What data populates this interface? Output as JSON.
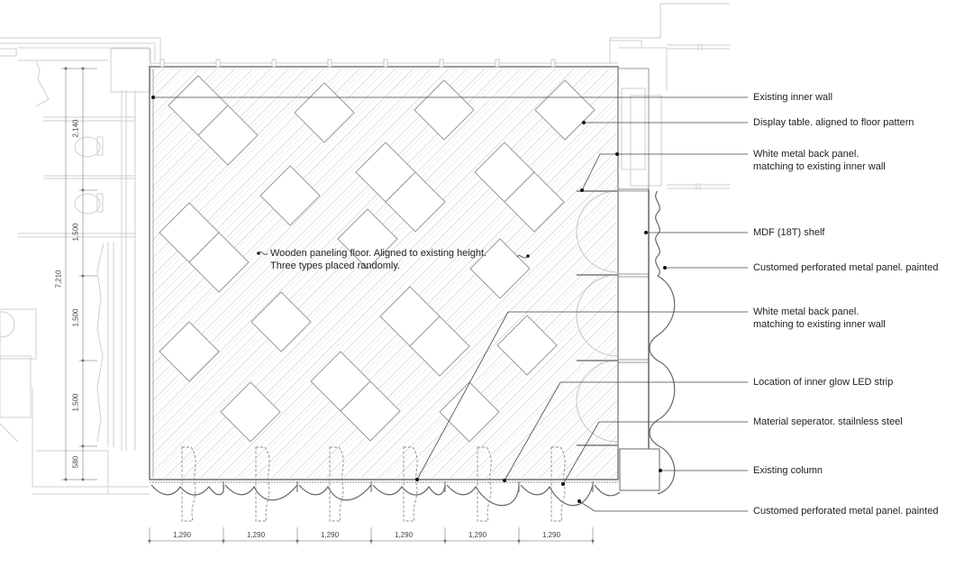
{
  "drawing": {
    "type": "floor-plan",
    "colors": {
      "line": "#555555",
      "leader": "#333333",
      "hatch": "#bdbdbd",
      "wall": "#9a9a9a",
      "light": "#cfcfcf",
      "text": "#222222"
    }
  },
  "callouts": [
    {
      "text": "Existing inner wall",
      "line2": ""
    },
    {
      "text": "Display table. aligned to floor pattern",
      "line2": ""
    },
    {
      "text": "White metal back panel.",
      "line2": "matching to existing inner wall"
    },
    {
      "text": "MDF (18T) shelf",
      "line2": ""
    },
    {
      "text": "Customed perforated metal panel. painted",
      "line2": ""
    },
    {
      "text": "White metal back panel.",
      "line2": "matching to existing inner wall"
    },
    {
      "text": "Location of inner glow LED strip",
      "line2": ""
    },
    {
      "text": "Material seperator. stailnless steel",
      "line2": ""
    },
    {
      "text": "Existing column",
      "line2": ""
    },
    {
      "text": "Customed perforated metal panel. painted",
      "line2": ""
    }
  ],
  "floor_note": {
    "line1": "Wooden paneling floor. Aligned to existing height.",
    "line2": "Three types placed randomly."
  },
  "dimensions": {
    "vertical_total": "7,210",
    "vertical_segments": [
      "2,140",
      "1,500",
      "1,500",
      "1,500",
      "580"
    ],
    "horizontal_segments": [
      "1,290",
      "1,290",
      "1,290",
      "1,290",
      "1,290",
      "1,290"
    ]
  }
}
